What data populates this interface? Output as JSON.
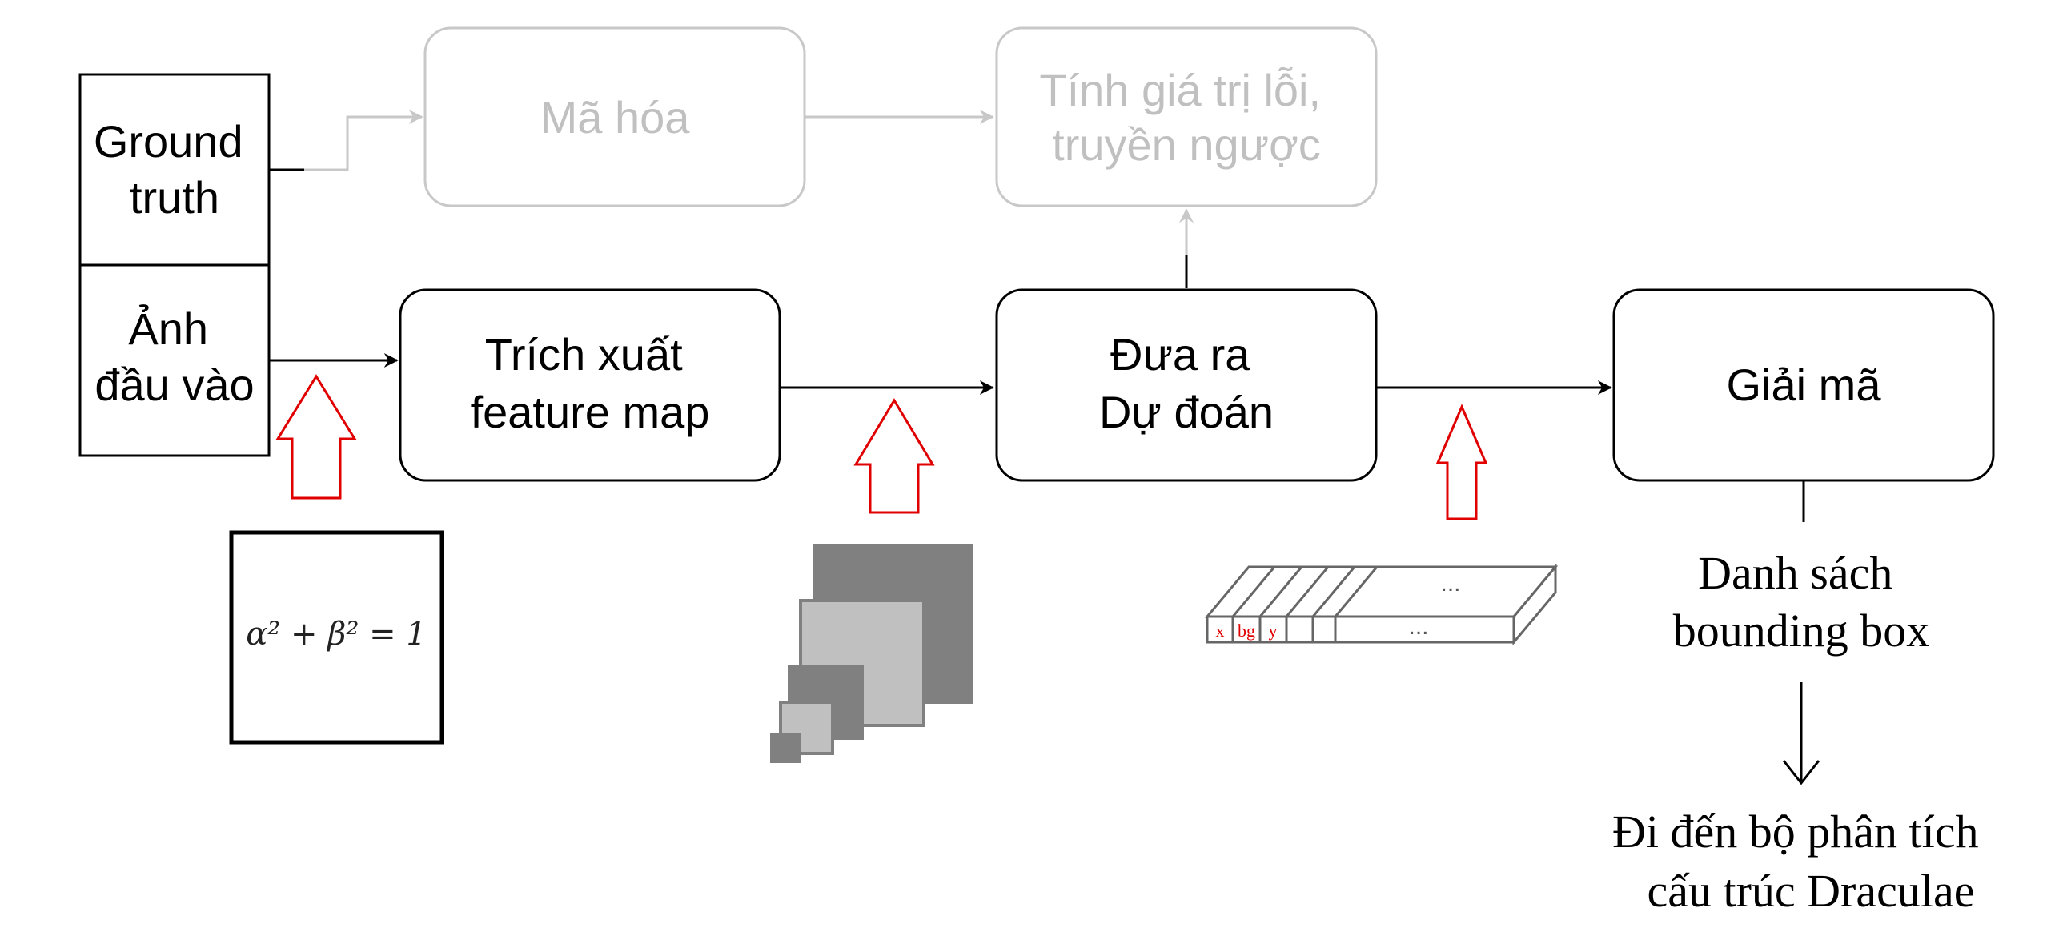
{
  "input": {
    "ground_truth": [
      "Ground",
      "truth"
    ],
    "image_label": [
      "Ảnh",
      "đầu vào"
    ]
  },
  "faded": {
    "encode": [
      "Mã hóa"
    ],
    "loss": [
      "Tính giá trị lỗi,",
      "truyền ngược"
    ]
  },
  "pipeline": {
    "extract": [
      "Trích xuất",
      "feature map"
    ],
    "predict": [
      "Đưa ra",
      "Dự đoán"
    ],
    "decode": [
      "Giải mã"
    ]
  },
  "output": {
    "bbox_list": [
      "Danh sách",
      "bounding box"
    ],
    "next_step": [
      "Đi đến bộ phân tích",
      "cấu trúc Draculae"
    ]
  },
  "sample": {
    "equation": "α² + β² = 1"
  },
  "vector": {
    "cells": [
      "x",
      "bg",
      "y"
    ],
    "ellipsis": "..."
  },
  "colors": {
    "stroke": "#000000",
    "faded": "#c8c8c8",
    "faded_text": "#c0c0c0",
    "red_arrow": "#e00000",
    "dark_gray": "#808080",
    "light_gray": "#c0c0c0"
  }
}
